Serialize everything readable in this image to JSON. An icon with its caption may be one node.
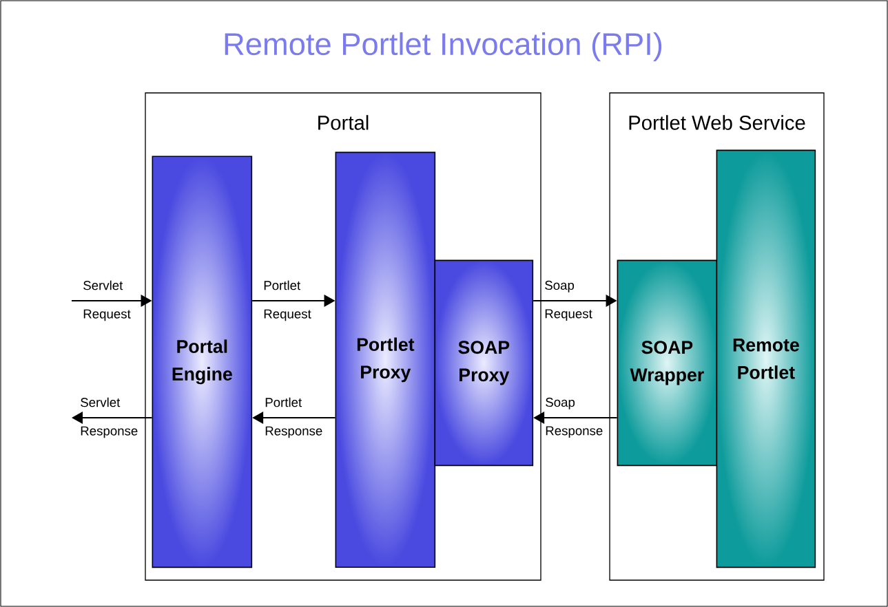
{
  "diagram": {
    "title": "Remote Portlet Invocation (RPI)",
    "nodes": [
      {
        "text": [
          "Portal"
        ]
      },
      {
        "text": [
          "Portlet Web Service"
        ]
      },
      {
        "text": [
          "Portal Engine"
        ],
        "in": 0
      },
      {
        "text": [
          "Portlet Proxy"
        ],
        "in": 0
      },
      {
        "text": [
          "SOAP Proxy"
        ],
        "in": 0
      },
      {
        "text": [
          "SOAP Wrapper"
        ],
        "in": 1
      },
      {
        "text": [
          "Remote Portlet"
        ],
        "in": 1
      }
    ],
    "edges": [
      {
        "from": null,
        "to": 2,
        "arrow": "to",
        "label": "Servlet Request"
      },
      {
        "from": 2,
        "to": null,
        "arrow": "to",
        "label": "Servlet Response"
      },
      {
        "from": 2,
        "to": 3,
        "arrow": "to",
        "label": "Portlet Request"
      },
      {
        "from": 3,
        "to": 2,
        "arrow": "to",
        "label": "Portlet Response"
      },
      {
        "from": 4,
        "to": 5,
        "arrow": "to",
        "label": "Soap Request"
      },
      {
        "from": 5,
        "to": 4,
        "arrow": "to",
        "label": "Soap Response"
      }
    ]
  }
}
